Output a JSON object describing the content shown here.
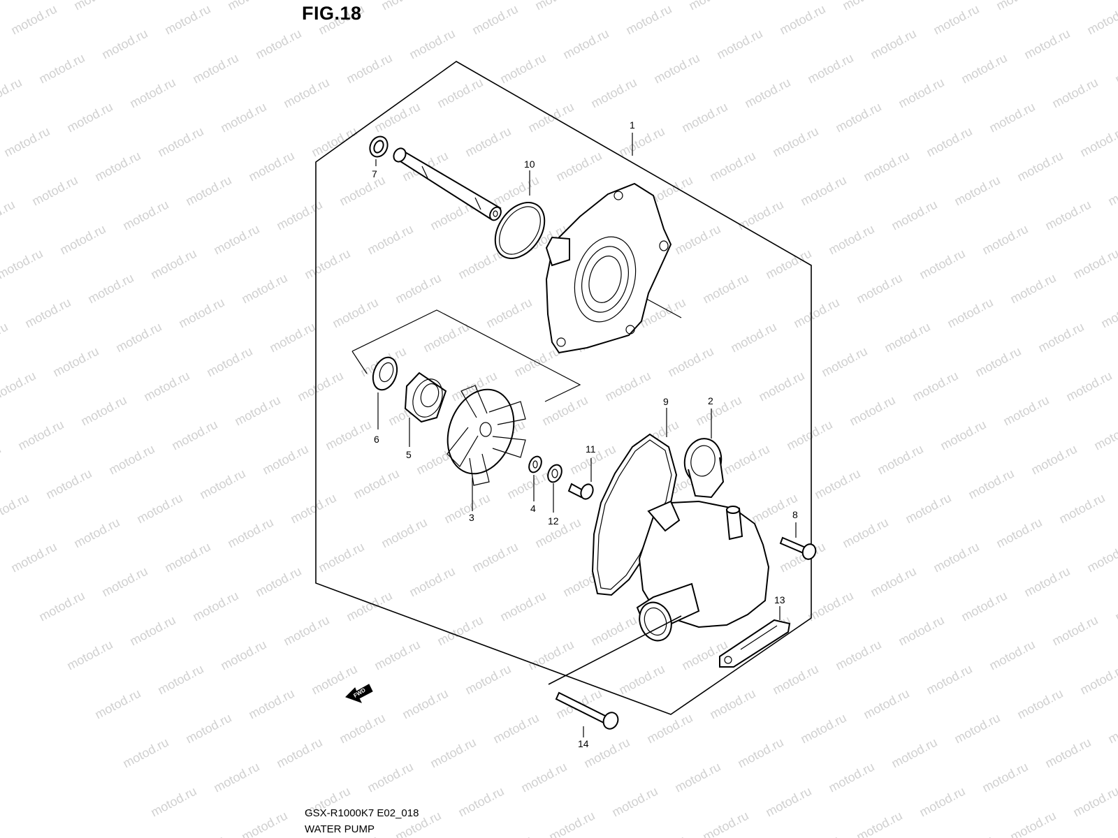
{
  "figure_title": "FIG.18",
  "footer": {
    "code": "GSX-R1000K7 E02_018",
    "name": "WATER PUMP"
  },
  "watermark_text": "motod.ru",
  "fwd_label": "FWD",
  "callouts": {
    "c1": "1",
    "c2": "2",
    "c3": "3",
    "c4": "4",
    "c5": "5",
    "c6": "6",
    "c7": "7",
    "c8": "8",
    "c9": "9",
    "c10": "10",
    "c11": "11",
    "c12": "12",
    "c13": "13",
    "c14": "14"
  },
  "colors": {
    "line": "#000000",
    "background": "#ffffff",
    "watermark": "#d0d0d0"
  }
}
